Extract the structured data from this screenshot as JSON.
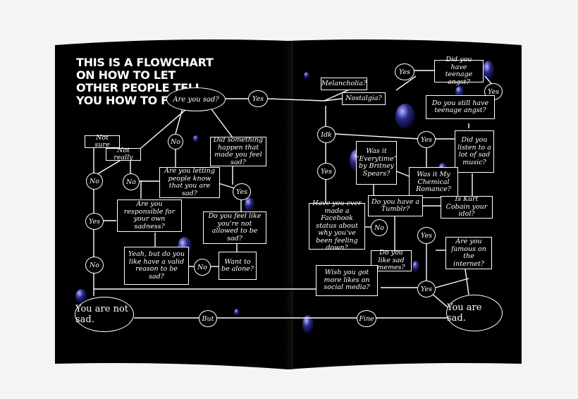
{
  "title": "THIS IS A FLOWCHART ON HOW TO LET OTHER PEOPLE TELL YOU HOW TO FEEL",
  "nodes": {
    "are_you_sad": "Are you sad?",
    "yes_main": "Yes",
    "not_sure": "Not sure",
    "not_really": "Not really",
    "no_top": "No",
    "did_something": "Did something happen that made you feel sad?",
    "no_left1": "No",
    "no_left2": "No",
    "letting_people_know": "Are you letting people know that you are sad?",
    "yes_letting": "Yes",
    "yes_left": "Yes",
    "responsible": "Are you responsible for your own sadness?",
    "not_allowed": "Do you feel like you're not allowed to be sad?",
    "no_bottom_left": "No",
    "valid_reason": "Yeah, but do you like have a valid reason to be sad?",
    "no_mid": "No",
    "want_alone": "Want to be alone?",
    "not_sad": "You are not sad.",
    "but": "But",
    "fine": "Fine",
    "you_are_sad": "You are sad.",
    "melancholia": "Melancholia?",
    "nostalgia": "Nostalgia?",
    "yes_top_right": "Yes",
    "teenage_angst": "Did you have teenage angst?",
    "yes_right_edge": "Yes",
    "still_angst": "Do you still have teenage angst?",
    "idk": "Idk",
    "yes_right1": "Yes",
    "sad_music": "Did you listen to a lot of sad music?",
    "everytime": "Was it “Everytime” by Britney Spears?",
    "yes_right2": "Yes",
    "mcr": "Was it My Chemical Romance?",
    "tumblr": "Do you have a Tumblr?",
    "kurt_cobain": "Is Kurt Cobain your idol?",
    "facebook_status": "Have you ever made a Facebook status about why you've been feeling down?",
    "no_right": "No",
    "yes_right3": "Yes",
    "famous": "Are you famous on the internet?",
    "sad_memes": "Do you like sad memes?",
    "more_likes": "Wish you got more likes on social media?",
    "yes_right4": "Yes"
  }
}
